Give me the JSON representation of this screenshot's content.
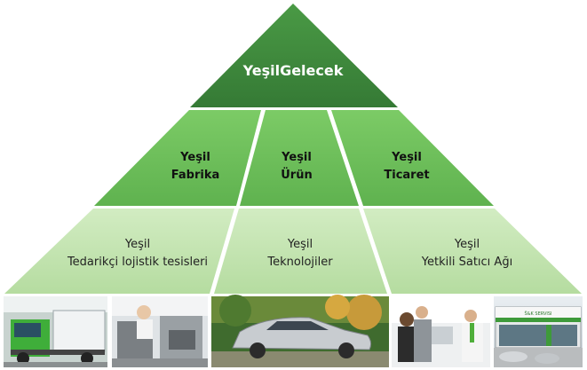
{
  "pyramid": {
    "top": {
      "label": "YeşilGelecek"
    },
    "middle": [
      {
        "line1": "Yeşil",
        "line2": "Fabrika"
      },
      {
        "line1": "Yeşil",
        "line2": "Ürün"
      },
      {
        "line1": "Yeşil",
        "line2": "Ticaret"
      }
    ],
    "bottom": [
      {
        "line1": "Yeşil",
        "line2": "Tedarikçi lojistik tesisleri"
      },
      {
        "line1": "Yeşil",
        "line2": "Teknolojiler"
      },
      {
        "line1": "Yeşil",
        "line2": "Yetkili Satıcı Ağı"
      }
    ]
  },
  "photos": {
    "dealer_sign": "Š&K SERVISI"
  },
  "colors": {
    "top": "#3f8a3f",
    "middle": "#6cbf5a",
    "bottom": "#c3e3b0",
    "separator": "#ffffff"
  }
}
